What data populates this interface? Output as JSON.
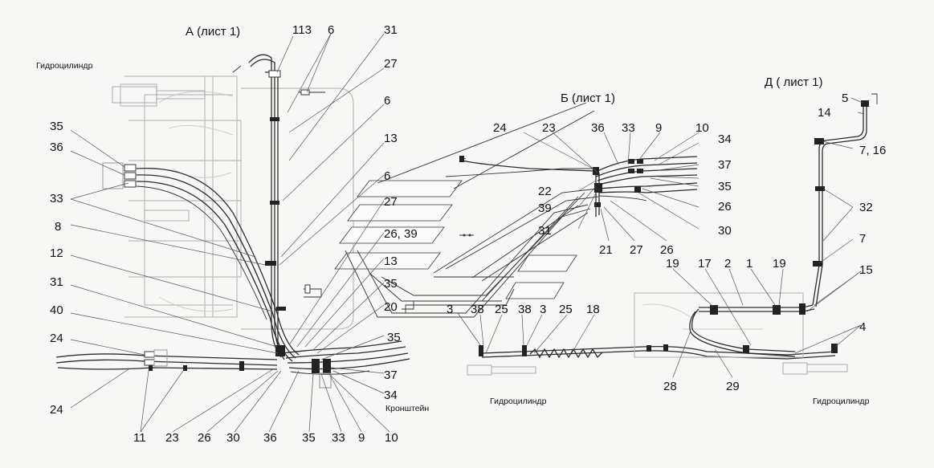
{
  "titles": {
    "view_a": "А (лист 1)",
    "view_b": "Б (лист 1)",
    "view_d": "Д ( лист 1)"
  },
  "captions": {
    "cyl_top_left": "Гидроцилиндр",
    "cyl_bottom_mid": "Гидроцилиндр",
    "cyl_bottom_right": "Гидроцилиндр",
    "bracket": "Кронштейн"
  },
  "labels_a": {
    "l113": "113",
    "l6a": "6",
    "l31a": "31",
    "l27a": "27",
    "l6b": "6",
    "l13a": "13",
    "l35a": "35",
    "l36a": "36",
    "l33a": "33",
    "l8": "8",
    "l12": "12",
    "l31b": "31",
    "l40": "40",
    "l24a": "24",
    "l24b": "24",
    "l11": "11",
    "l23a": "23",
    "l26a": "26",
    "l30a": "30",
    "l36b": "36",
    "l35b": "35",
    "l33b": "33",
    "l9a": "9",
    "l10a": "10",
    "l34a": "34",
    "l37a": "37",
    "l35c": "35",
    "l20": "20",
    "l35d": "35",
    "l13b": "13",
    "l2639": "26, 39",
    "l27b": "27",
    "l6c": "6"
  },
  "labels_b": {
    "l24": "24",
    "l23": "23",
    "l36": "36",
    "l33": "33",
    "l9": "9",
    "l10": "10",
    "l34": "34",
    "l37": "37",
    "l35": "35",
    "l26a": "26",
    "l30": "30",
    "l22": "22",
    "l39": "39",
    "l31": "31",
    "l21": "21",
    "l27": "27",
    "l26b": "26",
    "l3a": "3",
    "l38a": "38",
    "l25a": "25",
    "l38b": "38",
    "l3b": "3",
    "l25b": "25",
    "l18": "18"
  },
  "labels_d": {
    "l5": "5",
    "l14": "14",
    "l716": "7, 16",
    "l32": "32",
    "l7": "7",
    "l15": "15",
    "l19a": "19",
    "l17": "17",
    "l2": "2",
    "l1": "1",
    "l19b": "19",
    "l4": "4",
    "l28": "28",
    "l29": "29"
  }
}
